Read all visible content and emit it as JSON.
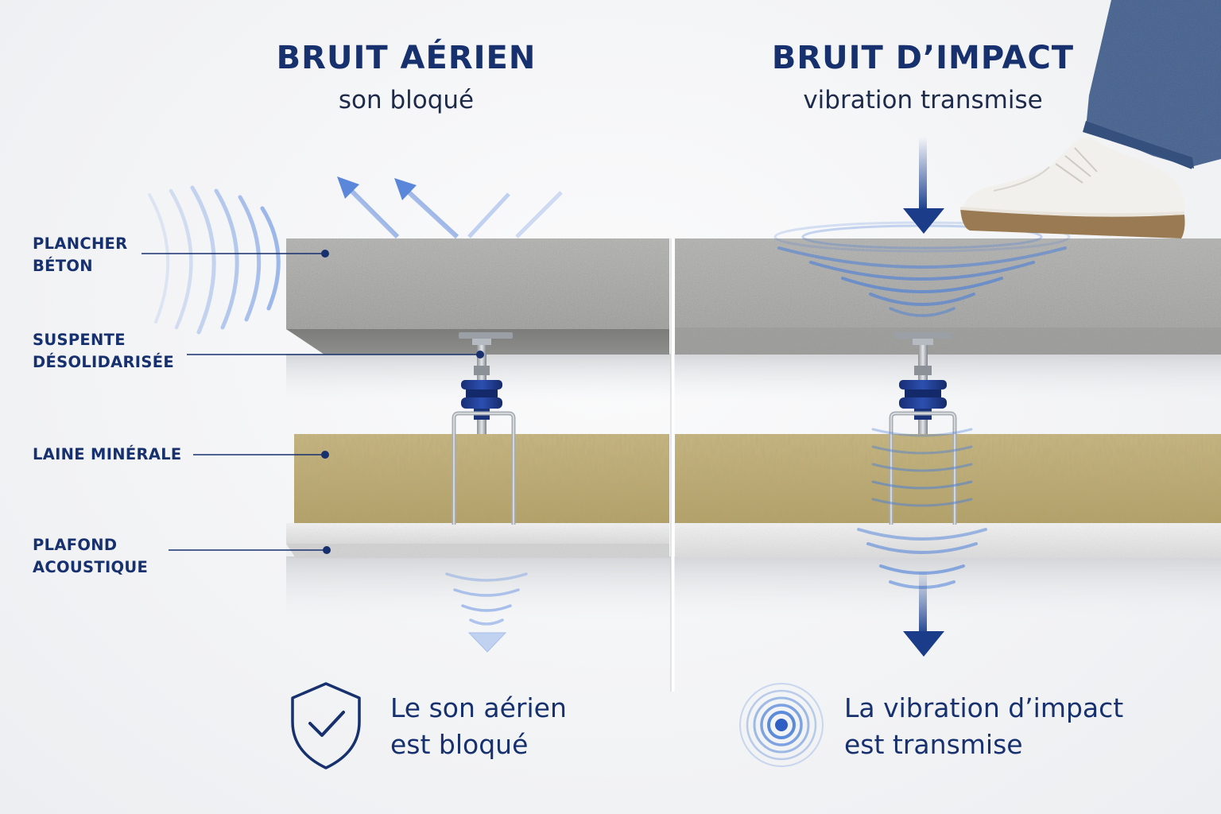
{
  "left": {
    "title": "BRUIT AÉRIEN",
    "subtitle": "son bloqué",
    "caption_line1": "Le son aérien",
    "caption_line2": "est bloqué",
    "caption_icon": "shield-check-icon"
  },
  "right": {
    "title": "BRUIT D’IMPACT",
    "subtitle": "vibration transmise",
    "caption_line1": "La vibration d’impact",
    "caption_line2": "est transmise",
    "caption_icon": "vibration-rings-icon"
  },
  "labels": {
    "slab_line1": "PLANCHER",
    "slab_line2": "BÉTON",
    "hanger_line1": "SUSPENTE",
    "hanger_line2": "DÉSOLIDARISÉE",
    "wool": "LAINE MINÉRALE",
    "ceiling_line1": "PLAFOND",
    "ceiling_line2": "ACOUSTIQUE"
  },
  "colors": {
    "brand_navy": "#17306e",
    "wave_blue": "#4a7fd8",
    "concrete": "#a4a4a2",
    "mineral_wool": "#bca972",
    "ceiling_board": "#e6e6e6"
  }
}
